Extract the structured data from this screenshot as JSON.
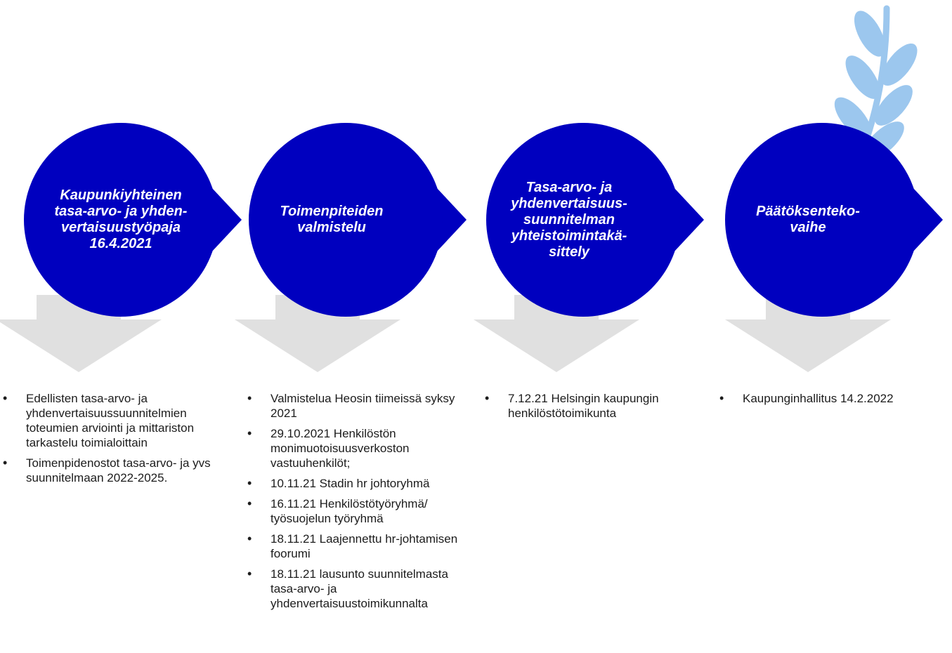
{
  "colors": {
    "primary": "#0000bf",
    "down_arrow": "#e0e0e0",
    "leaf": "#9cc7ee",
    "text": "#1c1c1c"
  },
  "stages": [
    {
      "title": "Kaupunkiyhteinen\ntasa-arvo- ja yhden-\nvertaisuustyöpaja\n16.4.2021",
      "items": [
        "Edellisten tasa-arvo- ja yhdenvertaisuussuunnitelmien toteumien arviointi ja mittariston tarkastelu toimialoittain",
        "Toimenpidenostot tasa-arvo- ja yvs suunnitelmaan 2022-2025."
      ]
    },
    {
      "title": "Toimenpiteiden\nvalmistelu",
      "items": [
        "Valmistelua Heosin tiimeissä syksy 2021",
        "29.10.2021 Henkilöstön monimuotoisuusverkoston vastuuhenkilöt;",
        "10.11.21 Stadin hr johtoryhmä",
        "16.11.21 Henkilöstötyöryhmä/ työsuojelun työryhmä",
        "18.11.21 Laajennettu hr-johtamisen foorumi",
        "18.11.21 lausunto suunnitelmasta tasa-arvo- ja yhdenvertaisuustoimikunnalta"
      ]
    },
    {
      "title": "Tasa-arvo- ja\nyhdenvertaisuus-\nsuunnitelman\nyhteistoimintakä-\nsittely",
      "items": [
        "7.12.21 Helsingin kaupungin henkilöstötoimikunta"
      ]
    },
    {
      "title": "Päätöksenteko-\nvaihe",
      "items": [
        "Kaupunginhallitus 14.2.2022"
      ]
    }
  ],
  "decoration": {
    "leaf_branch": "leaf-branch-icon"
  }
}
